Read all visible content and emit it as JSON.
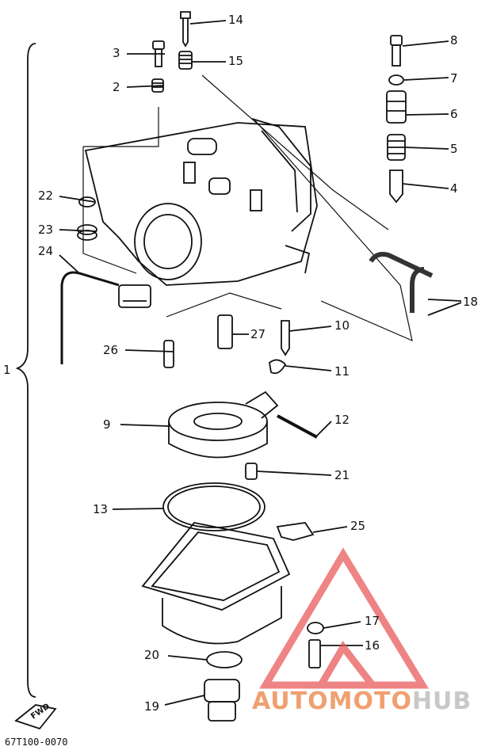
{
  "labels": {
    "n1": "1",
    "n2": "2",
    "n3": "3",
    "n4": "4",
    "n5": "5",
    "n6": "6",
    "n7": "7",
    "n8": "8",
    "n9": "9",
    "n10": "10",
    "n11": "11",
    "n12": "12",
    "n13": "13",
    "n14": "14",
    "n15": "15",
    "n16": "16",
    "n17": "17",
    "n18": "18",
    "n19": "19",
    "n20": "20",
    "n21": "21",
    "n22": "22",
    "n23": "23",
    "n24": "24",
    "n25": "25",
    "n26": "26",
    "n27": "27"
  },
  "diagram_code": "67T100-0070",
  "fwd_label": "FWD",
  "watermark": {
    "part1": "AUTOMOTO",
    "part2": "HUB",
    "color_triangle": "#e85050",
    "color_text": "#f0a070"
  }
}
